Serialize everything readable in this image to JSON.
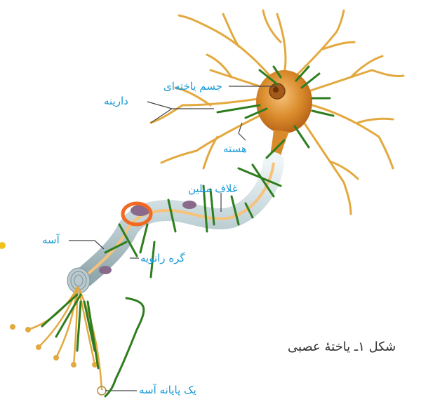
{
  "labels": {
    "cell_body": "جسم یاخته‌ای",
    "dendrite": "دارینه",
    "nucleus": "هسته",
    "myelin": "غلاف میلین",
    "axon": "آسه",
    "node_ranvier": "گره رانویه",
    "axon_terminal": "یک پایانه آسه"
  },
  "caption": "شکل ۱ـ یاختهٔ عصبی",
  "colors": {
    "label_blue": "#1a9ad6",
    "annotation_green": "#2e7d1f",
    "highlight_orange": "#f26a21",
    "cell_body": "#d9882b",
    "dendrite": "#e3a93f",
    "myelin": "#c9d8dc"
  }
}
